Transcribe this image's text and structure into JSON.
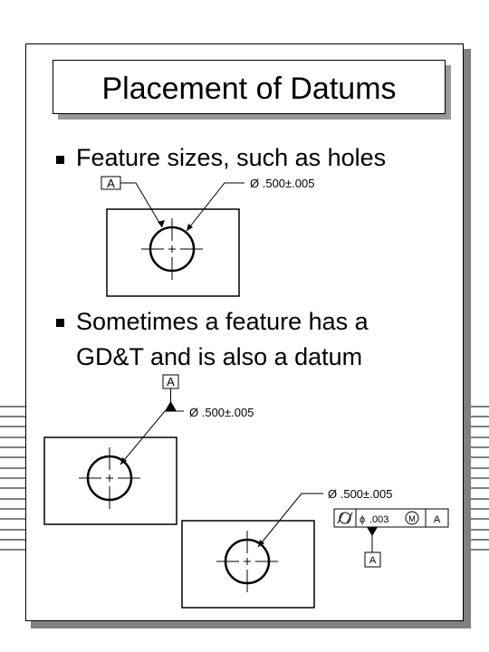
{
  "slide": {
    "title": "Placement of Datums",
    "bullets": [
      {
        "text": "Feature sizes, such as holes"
      },
      {
        "lines": [
          "Sometimes a feature has a",
          "GD&T and is also a datum"
        ]
      }
    ]
  },
  "diagram1": {
    "datum_label": "A",
    "dimension": "Ø .500±.005"
  },
  "diagram2": {
    "datum_label": "A",
    "dimension": "Ø .500±.005"
  },
  "diagram3": {
    "dimension": "Ø .500±.005",
    "fcf": {
      "symbol": "cylindricity-icon",
      "diameter": "ϕ",
      "tolerance": ".003",
      "modifier": "M",
      "datum_ref": "A"
    },
    "datum_label": "A"
  }
}
